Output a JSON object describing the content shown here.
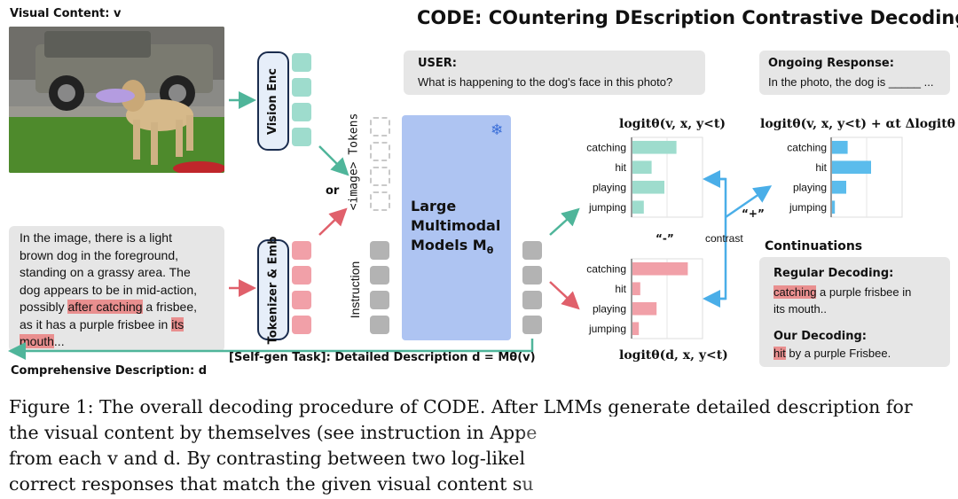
{
  "title": "CODE: COuntering DEscription Contrastive Decoding",
  "visual_content_label": "Visual Content: v",
  "vision_enc_label": "Vision Enc",
  "tokenizer_label": "Tokenizer & Emb",
  "or_label": "or",
  "image_tokens_label": "<image> Tokens",
  "instruction_label": "Instruction",
  "lmm_line1": "Large",
  "lmm_line2": "Multimodal",
  "lmm_line3": "Models M",
  "lmm_sub": "θ",
  "snowflake": "❄",
  "user_title": "USER:",
  "user_text": "What is happening to the dog's face in this photo?",
  "response_title": "Ongoing Response:",
  "response_text": "In the photo, the dog is _____ ...",
  "description_lines": [
    "In the image, there is a light",
    "brown dog in the foreground,",
    "standing on a grassy area. The",
    "dog appears to be in mid-action,"
  ],
  "desc_line5_pre": "possibly ",
  "desc_line5_hl": "after catching",
  "desc_line5_post": " a frisbee,",
  "desc_line6_pre": "as it has a purple frisbee in ",
  "desc_line6_hl": "its",
  "desc_line7_hl": "mouth",
  "desc_line7_post": "...",
  "comprehensive_label": "Comprehensive Description: d",
  "selfgen_label": "[Self-gen Task]: Detailed Description d = M",
  "selfgen_tail": "θ(v)",
  "logit_top_label": "logitθ(v, x, y<t)",
  "logit_bottom_label": "logitθ(d, x, y<t)",
  "logit_right_label": "logitθ(v, x, y<t) + αt Δlogitθ",
  "minus_label": "“-”",
  "plus_label": "“+”",
  "contrast_label": "contrast",
  "continuations_title": "Continuations",
  "regular_title": "Regular Decoding:",
  "regular_hl": "catching",
  "regular_text1": " a purple frisbee in",
  "regular_text2": "its mouth..",
  "ours_title": "Our Decoding:",
  "ours_hl": "hit",
  "ours_text": " by a purple Frisbee.",
  "caption_lines": [
    "Figure 1: The overall decoding procedure of CODE. After LMMs generate detailed description for",
    "the visual content by themselves (see instruction in Appe",
    "from each v and d. By contrasting between two log-likel",
    "correct responses that match the given visual content su"
  ],
  "chart_data": [
    {
      "type": "bar",
      "orientation": "horizontal",
      "categories": [
        "catching",
        "hit",
        "playing",
        "jumping"
      ],
      "values": [
        0.62,
        0.27,
        0.45,
        0.16
      ],
      "color": "#9edccd",
      "title": "logitθ(v, x, y<t)"
    },
    {
      "type": "bar",
      "orientation": "horizontal",
      "categories": [
        "catching",
        "hit",
        "playing",
        "jumping"
      ],
      "values": [
        0.78,
        0.11,
        0.34,
        0.09
      ],
      "color": "#f1a0a8",
      "title": "logitθ(d, x, y<t)"
    },
    {
      "type": "bar",
      "orientation": "horizontal",
      "categories": [
        "catching",
        "hit",
        "playing",
        "jumping"
      ],
      "values": [
        0.22,
        0.55,
        0.2,
        0.04
      ],
      "color": "#5bbcec",
      "title": "logitθ(v, x, y<t) + αt Δlogitθ"
    }
  ]
}
